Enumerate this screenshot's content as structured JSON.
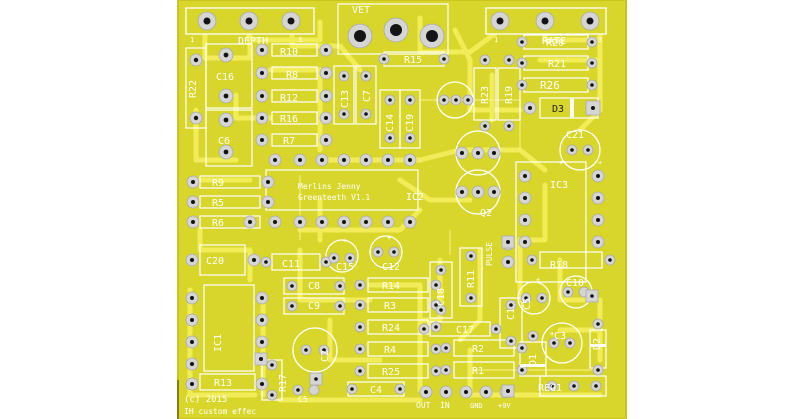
{
  "board": {
    "colors": {
      "substrate": "#d8d62a",
      "trace": "#f1ec58",
      "silk": "#ffffff",
      "pad": "#d5d5d5",
      "hole": "#141414",
      "rule": "#3a3a10"
    },
    "texts": {
      "depth": "DEPTH",
      "rate": "RATE",
      "pin1_left": "1",
      "pin3_left": "3",
      "pin1_right": "1",
      "pin3_right": "3",
      "vet": "VET",
      "ic1": "IC1",
      "ic2": "IC2",
      "ic3": "IC3",
      "q2": "Q2",
      "pulse": "PULSE",
      "brand_line1": "Merlins Jenny",
      "brand_line2": "Greenteeth V1.1",
      "copyright": "(c) 2015",
      "maker": "IH custom effec",
      "out": "OUT",
      "in": "IN",
      "gnd": "GND",
      "v9": "+9V",
      "reg1": "REG1"
    },
    "labels": {
      "r10": "R10",
      "r8": "R8",
      "r12": "R12",
      "r16": "R16",
      "r7": "R7",
      "r9": "R9",
      "r5": "R5",
      "r6": "R6",
      "r22": "R22",
      "c16": "C16",
      "c6": "C6",
      "c20": "C20",
      "r13": "R13",
      "c13": "C13",
      "c7": "C7",
      "c14": "C14",
      "c19": "C19",
      "r15": "R15",
      "r23": "R23",
      "r19": "R19",
      "r20": "R20",
      "r21": "R21",
      "r26": "R26",
      "d3": "D3",
      "c21": "C21",
      "c11": "C11",
      "c15": "C15",
      "c12": "C12",
      "c8": "C8",
      "c9": "C9",
      "r14": "R14",
      "r3": "R3",
      "r24": "R24",
      "r4": "R4",
      "r25": "R25",
      "c4": "C4",
      "c2": "C2",
      "r17": "R17",
      "c3": "C3",
      "c18": "C18",
      "r11": "R11",
      "c1": "C1",
      "c17": "C17",
      "r2": "R2",
      "r1": "R1",
      "d1": "D1",
      "r18": "R18",
      "c5": "C5",
      "c10": "C10",
      "d2": "D2",
      "c3b": "C3"
    }
  }
}
